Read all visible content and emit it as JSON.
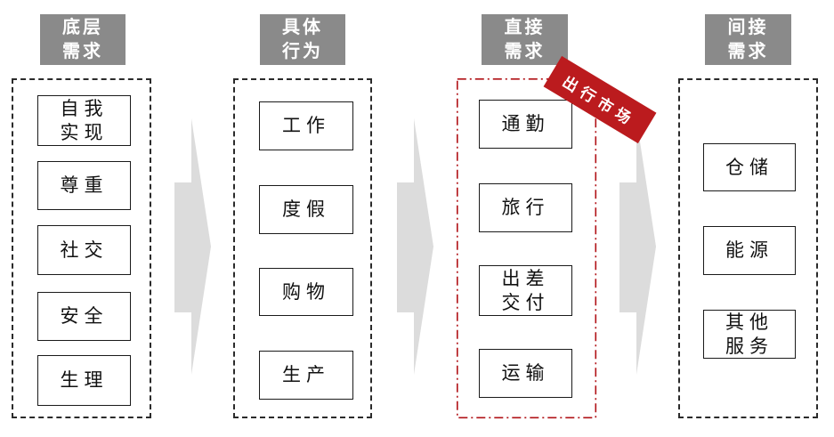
{
  "colors": {
    "header_bg": "#8a8a8a",
    "arrow": "#dcdcdc",
    "badge_bg": "#bb1b1e",
    "highlight_border": "#b01116",
    "box_border": "#1a1a1a",
    "text": "#111111"
  },
  "badge": {
    "label": "出行市场"
  },
  "columns": [
    {
      "header": "底层\n需求",
      "items": [
        "自我\n实现",
        "尊重",
        "社交",
        "安全",
        "生理"
      ]
    },
    {
      "header": "具体\n行为",
      "items": [
        "工作",
        "度假",
        "购物",
        "生产"
      ]
    },
    {
      "header": "直接\n需求",
      "items": [
        "通勤",
        "旅行",
        "出差\n交付",
        "运输"
      ]
    },
    {
      "header": "间接\n需求",
      "items": [
        "仓储",
        "能源",
        "其他\n服务"
      ]
    }
  ]
}
